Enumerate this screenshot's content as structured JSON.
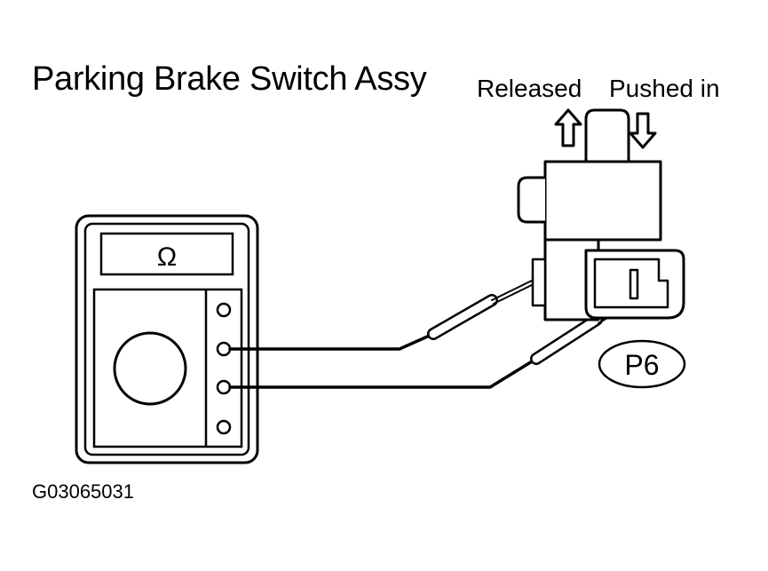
{
  "title": "Parking Brake Switch Assy",
  "labels": {
    "released": "Released",
    "pushed_in": "Pushed in",
    "connector": "P6",
    "meter_symbol": "Ω"
  },
  "figure_code": "G03065031",
  "colors": {
    "line": "#000000",
    "background": "#ffffff"
  }
}
